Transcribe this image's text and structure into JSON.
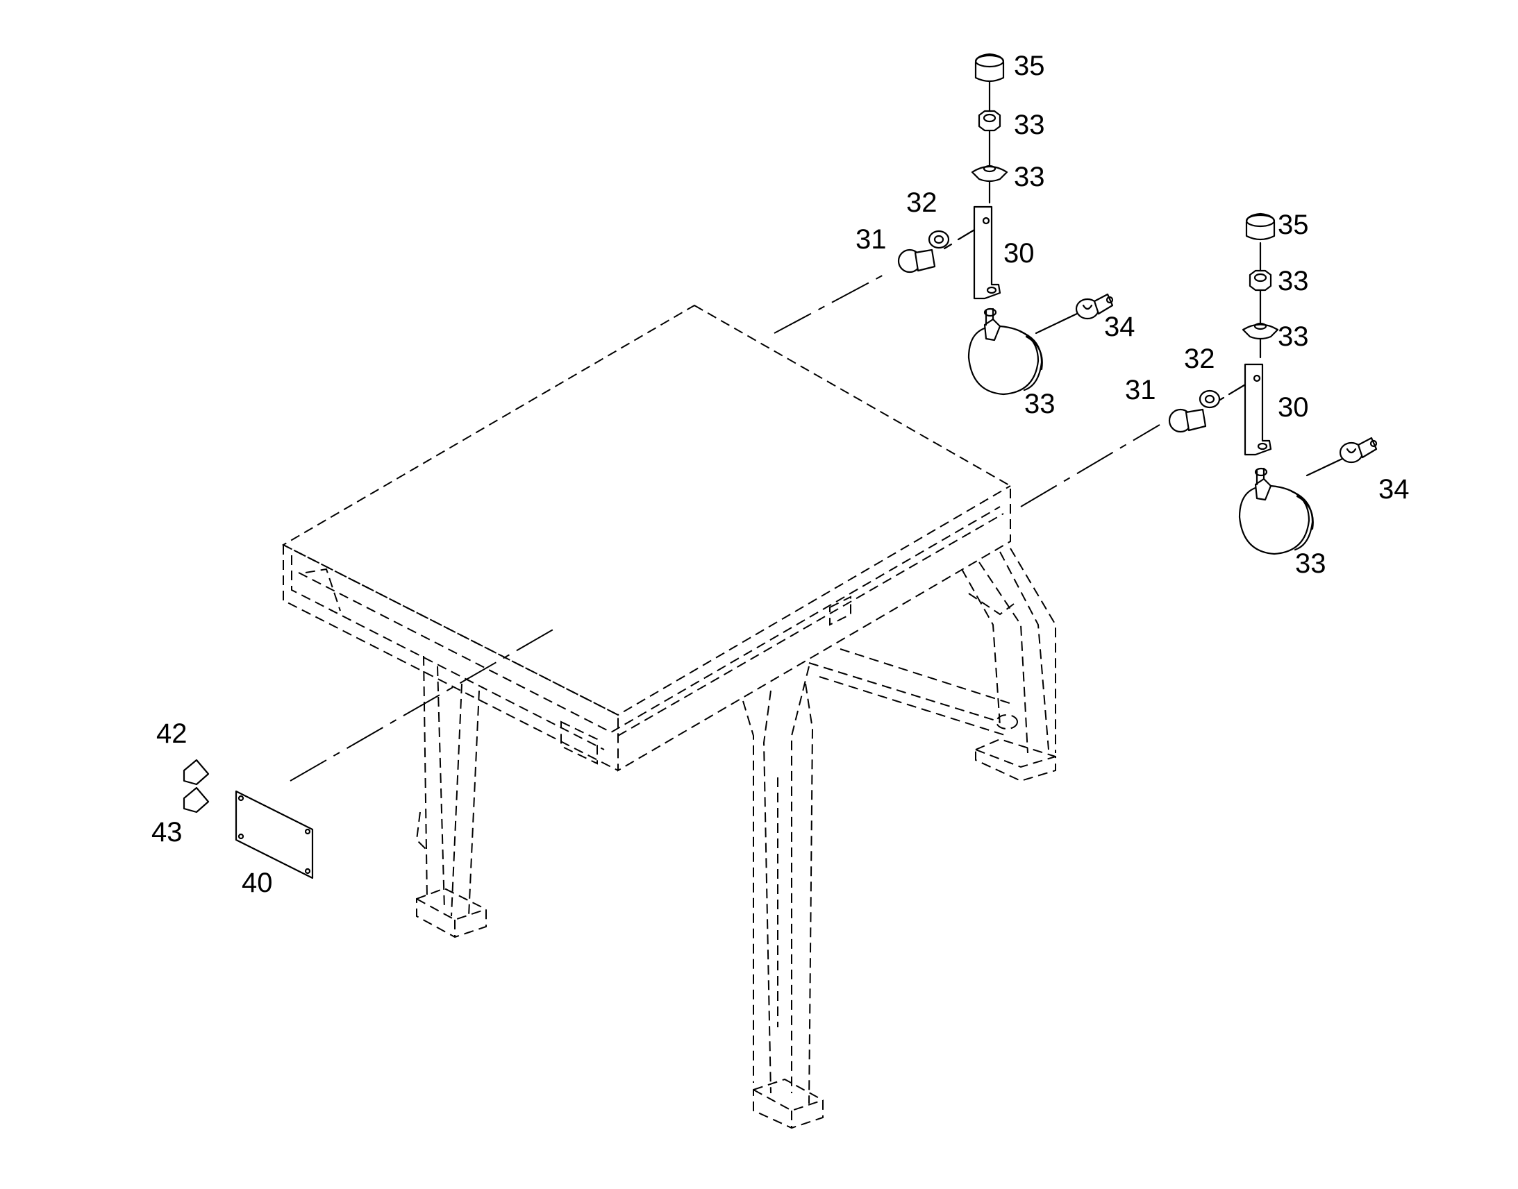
{
  "callouts": [
    {
      "id": "c35a",
      "text": "35"
    },
    {
      "id": "c33a",
      "text": "33"
    },
    {
      "id": "c33b",
      "text": "33"
    },
    {
      "id": "c32a",
      "text": "32"
    },
    {
      "id": "c31a",
      "text": "31"
    },
    {
      "id": "c30a",
      "text": "30"
    },
    {
      "id": "c34a",
      "text": "34"
    },
    {
      "id": "c33c",
      "text": "33"
    },
    {
      "id": "c35b",
      "text": "35"
    },
    {
      "id": "c33d",
      "text": "33"
    },
    {
      "id": "c33e",
      "text": "33"
    },
    {
      "id": "c32b",
      "text": "32"
    },
    {
      "id": "c31b",
      "text": "31"
    },
    {
      "id": "c30b",
      "text": "30"
    },
    {
      "id": "c34b",
      "text": "34"
    },
    {
      "id": "c33f",
      "text": "33"
    },
    {
      "id": "c42",
      "text": "42"
    },
    {
      "id": "c43",
      "text": "43"
    },
    {
      "id": "c40",
      "text": "40"
    }
  ]
}
